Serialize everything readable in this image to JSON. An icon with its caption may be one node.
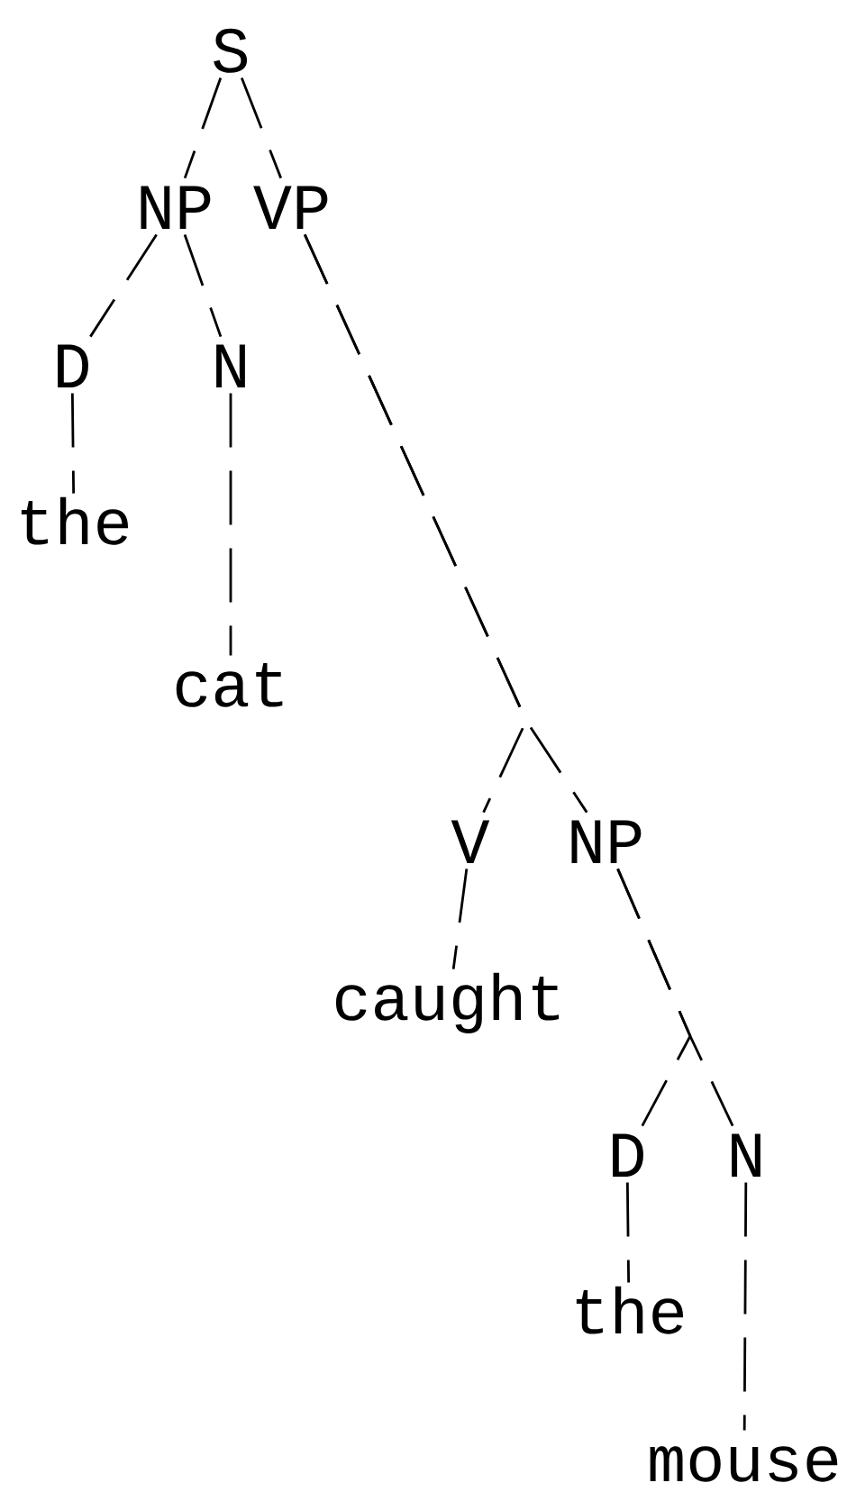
{
  "diagram": {
    "nodes": [
      {
        "text": [
          "S"
        ]
      },
      {
        "text": [
          "NP"
        ]
      },
      {
        "text": [
          "VP"
        ]
      },
      {
        "text": [
          "D"
        ]
      },
      {
        "text": [
          "N"
        ]
      },
      {
        "text": [
          "the"
        ]
      },
      {
        "text": [
          "cat"
        ]
      },
      {
        "text": [
          "V"
        ]
      },
      {
        "text": [
          "NP"
        ]
      },
      {
        "text": [
          "caught"
        ]
      },
      {
        "text": [
          "D"
        ]
      },
      {
        "text": [
          "N"
        ]
      },
      {
        "text": [
          "the"
        ]
      },
      {
        "text": [
          "mouse"
        ]
      }
    ],
    "edges": [
      {
        "from": 0,
        "to": 1,
        "arrow": "none"
      },
      {
        "from": 0,
        "to": 2,
        "arrow": "none"
      },
      {
        "from": 1,
        "to": 3,
        "arrow": "none"
      },
      {
        "from": 1,
        "to": 4,
        "arrow": "none"
      },
      {
        "from": 3,
        "to": 5,
        "arrow": "none"
      },
      {
        "from": 4,
        "to": 6,
        "arrow": "none"
      },
      {
        "from": 2,
        "to": 7,
        "arrow": "none"
      },
      {
        "from": 2,
        "to": 8,
        "arrow": "none"
      },
      {
        "from": 7,
        "to": 9,
        "arrow": "none"
      },
      {
        "from": 8,
        "to": 10,
        "arrow": "none"
      },
      {
        "from": 8,
        "to": 11,
        "arrow": "none"
      },
      {
        "from": 10,
        "to": 12,
        "arrow": "none"
      },
      {
        "from": 11,
        "to": 13,
        "arrow": "none"
      }
    ]
  }
}
